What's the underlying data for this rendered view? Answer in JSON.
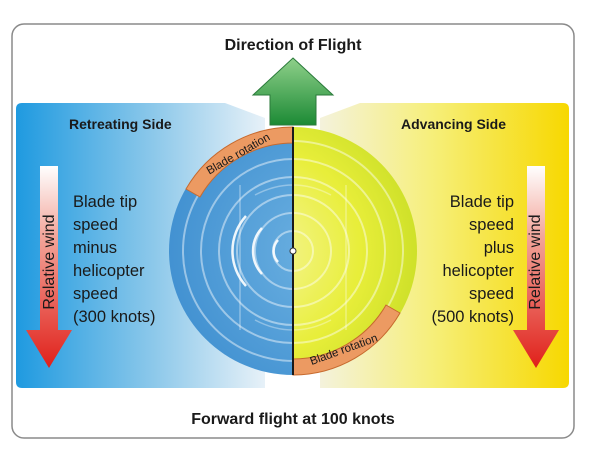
{
  "title": "Direction of Flight",
  "footer": "Forward flight at 100 knots",
  "left": {
    "heading": "Retreating Side",
    "wind_label": "Relative wind",
    "lines": [
      "Blade tip",
      "speed",
      "minus",
      "helicopter",
      "speed",
      "(300 knots)"
    ]
  },
  "right": {
    "heading": "Advancing Side",
    "wind_label": "Relative wind",
    "lines": [
      "Blade tip",
      "speed",
      "plus",
      "helicopter",
      "speed",
      "(500 knots)"
    ]
  },
  "rotor": {
    "top_label": "Blade rotation",
    "bottom_label": "Blade rotation"
  },
  "colors": {
    "retreating": "#3aa0dc",
    "advancing": "#f0e61e",
    "arrow_green": "#1e8f3a",
    "wind_arrow_red": "#e0201a",
    "rotation_band": "#e8935a"
  }
}
